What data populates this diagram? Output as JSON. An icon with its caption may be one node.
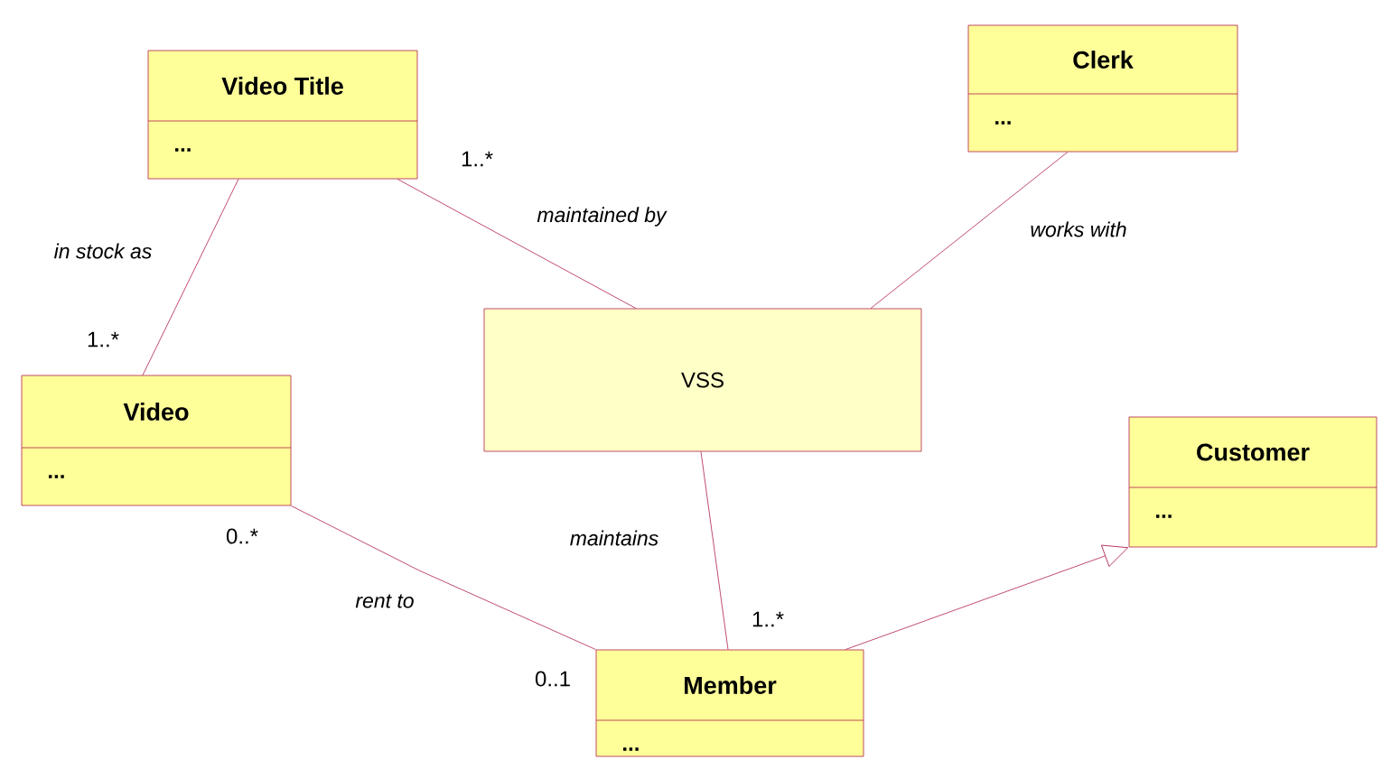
{
  "diagram": {
    "nodes": [
      {
        "text": [
          "Video Title",
          "..."
        ]
      },
      {
        "text": [
          "Clerk",
          "..."
        ]
      },
      {
        "text": [
          "VSS"
        ]
      },
      {
        "text": [
          "Video",
          "..."
        ]
      },
      {
        "text": [
          "Customer",
          "..."
        ]
      },
      {
        "text": [
          "Member",
          "..."
        ]
      }
    ],
    "edges": [
      {
        "from": 0,
        "to": 3,
        "arrow": "none",
        "label": "in stock as"
      },
      {
        "from": 0,
        "to": 2,
        "arrow": "none",
        "label": "maintained by"
      },
      {
        "from": 1,
        "to": 2,
        "arrow": "none",
        "label": "works with"
      },
      {
        "from": 3,
        "to": 5,
        "arrow": "none",
        "label": "rent to"
      },
      {
        "from": 2,
        "to": 5,
        "arrow": "none",
        "label": "maintains"
      },
      {
        "from": 5,
        "to": 4,
        "arrow": "to"
      }
    ],
    "labels": [
      "1..*",
      "1..*",
      "0..*",
      "1..*",
      "0..1"
    ]
  }
}
